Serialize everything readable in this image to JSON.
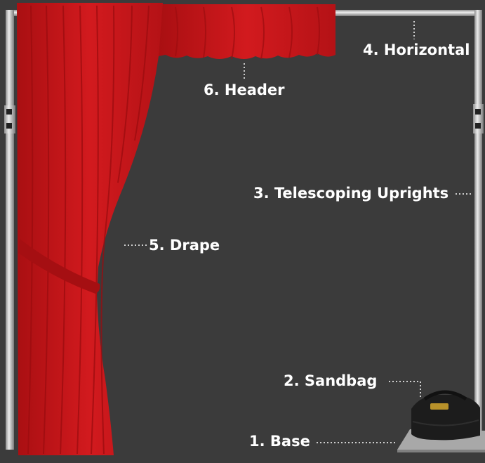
{
  "labels": {
    "base": "1. Base",
    "sandbag": "2. Sandbag",
    "uprights": "3. Telescoping Uprights",
    "horizontal": "4. Horizontal",
    "drape": "5. Drape",
    "header": "6. Header"
  },
  "colors": {
    "background": "#3b3b3b",
    "drape": "#c8161a",
    "pipe": "#c4c4c4",
    "sandbag": "#1c1c1c",
    "base_plate": "#a8a8a8",
    "leader": "#cfcfcf",
    "label_text": "#ffffff"
  }
}
